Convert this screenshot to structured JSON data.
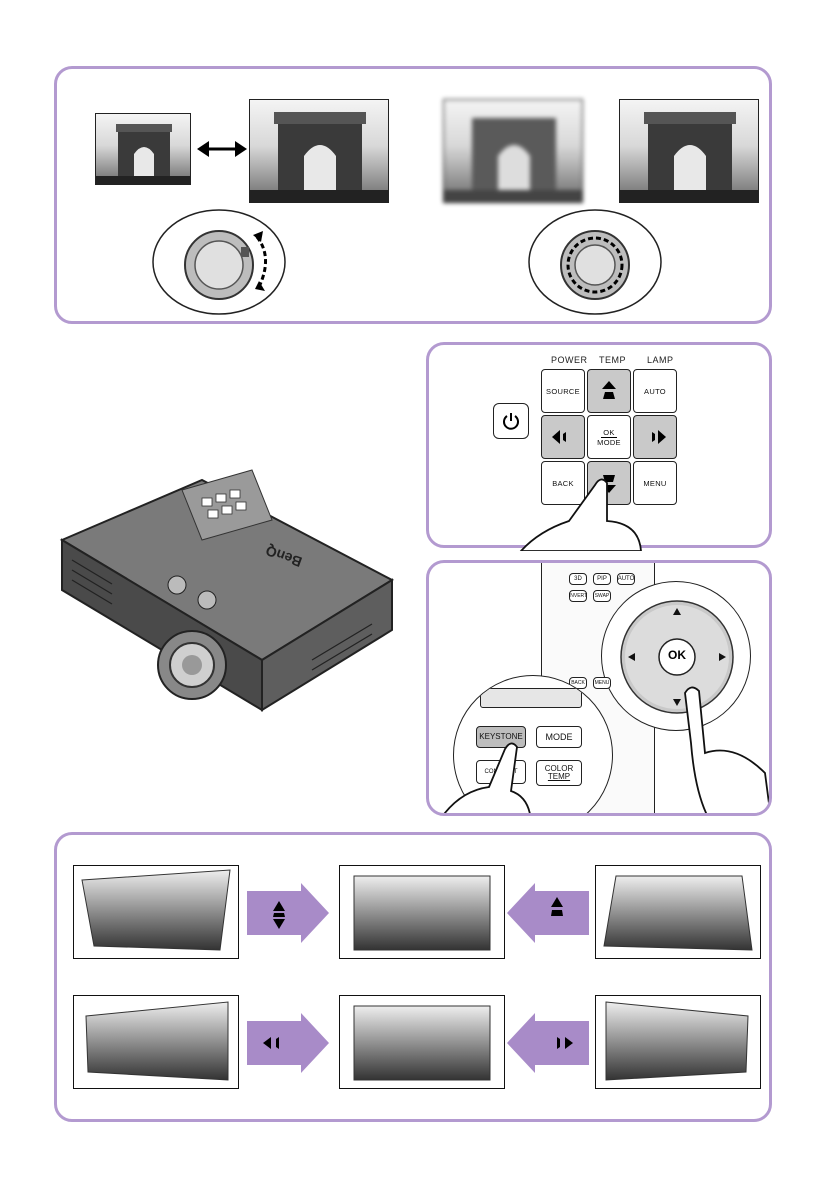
{
  "control_panel": {
    "top_labels": [
      "POWER",
      "TEMP",
      "LAMP"
    ],
    "keys": {
      "source": "SOURCE",
      "auto": "AUTO",
      "ok_mode": [
        "OK",
        "MODE"
      ],
      "back": "BACK",
      "menu": "MENU"
    }
  },
  "remote": {
    "top_keys": [
      "3D",
      "PIP",
      "AUTO",
      "INVERT",
      "SWAP"
    ],
    "ok_label": "OK",
    "row_keys": [
      "BACK",
      "MENU"
    ],
    "zoom_keys": {
      "keystone": "KEYSTONE",
      "mode": "MODE",
      "contrast": "CONTRAST",
      "color_temp": [
        "COLOR",
        "TEMP"
      ]
    }
  },
  "projector": {
    "brand": "BenQ"
  },
  "colors": {
    "accent": "#b39ad0",
    "arrow": "#a88bc8"
  },
  "icons": [
    "power-icon",
    "zoom-ring-icon",
    "focus-ring-icon",
    "finger-icon",
    "keystone-arrow-icon"
  ]
}
